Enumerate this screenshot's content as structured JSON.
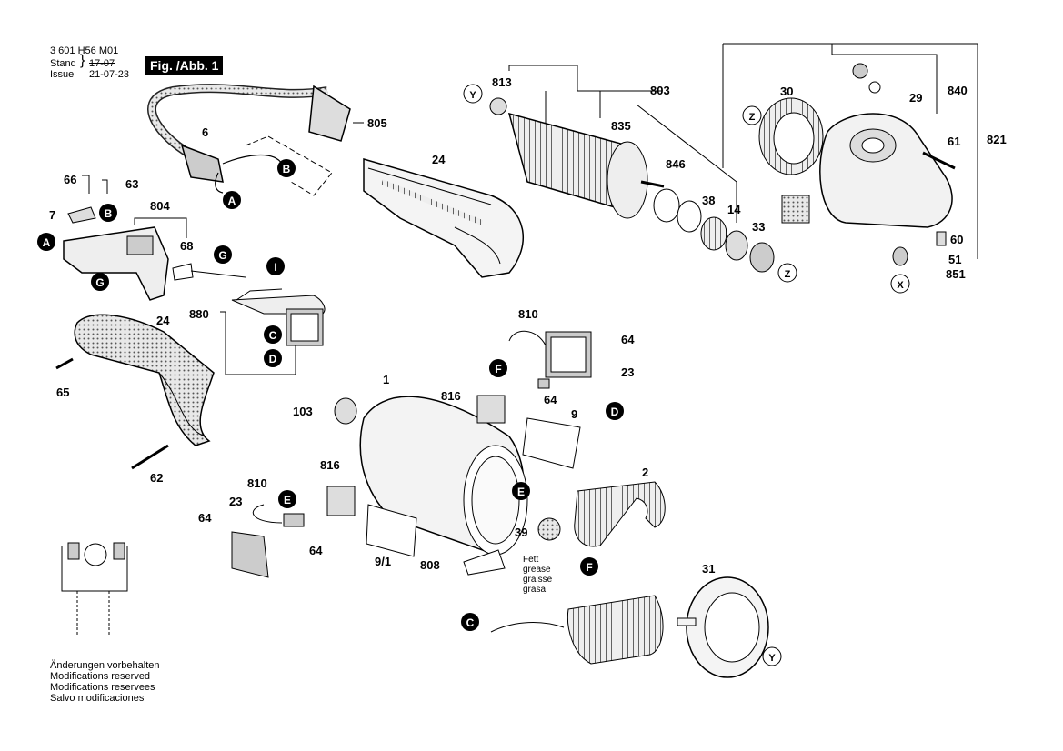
{
  "header": {
    "code": "3 601 H56 M01",
    "stand_label": "Stand",
    "issue_label": "Issue",
    "old_date": "17-07",
    "issue_date": "21-07-23",
    "fig_label": "Fig. /Abb. 1"
  },
  "notes": {
    "lines": [
      "Änderungen vorbehalten",
      "Modifications reserved",
      "Modifications reservees",
      "Salvo modificaciones"
    ]
  },
  "grease": {
    "lines": [
      "Fett",
      "grease",
      "graisse",
      "grasa"
    ]
  },
  "parts": {
    "p813": "813",
    "p803": "803",
    "p835": "835",
    "p846": "846",
    "p38": "38",
    "p14": "14",
    "p33": "33",
    "p30": "30",
    "p840": "840",
    "p29": "29",
    "p61": "61",
    "p821": "821",
    "p60": "60",
    "p51": "51",
    "p851": "851",
    "p805": "805",
    "p6": "6",
    "p24a": "24",
    "p66": "66",
    "p63": "63",
    "p7": "7",
    "p804": "804",
    "p68": "68",
    "p880": "880",
    "p24b": "24",
    "p65": "65",
    "p62": "62",
    "p810a": "810",
    "p64a": "64",
    "p23a": "23",
    "p816a": "816",
    "p64b": "64",
    "p9": "9",
    "p1": "1",
    "p103": "103",
    "p2": "2",
    "p39": "39",
    "p816b": "816",
    "p810b": "810",
    "p23b": "23",
    "p64c": "64",
    "p64d": "64",
    "p91": "9/1",
    "p808": "808",
    "p31": "31"
  },
  "markers": {
    "A": "A",
    "B": "B",
    "C": "C",
    "D": "D",
    "E": "E",
    "F": "F",
    "G": "G",
    "I": "I",
    "X": "X",
    "Y": "Y",
    "Z": "Z"
  }
}
